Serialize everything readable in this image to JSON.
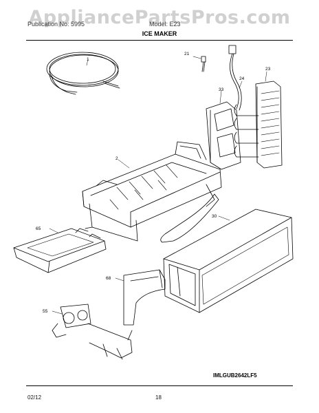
{
  "watermark": "AppliancePartsPros.com",
  "header": {
    "left_text": "Publication No: 5995",
    "mid_text": "Model: E23"
  },
  "section_title": "ICE MAKER",
  "diagram_code": "IMLGUB2642LF5",
  "footer": {
    "date": "02/12",
    "page_number": "18"
  },
  "callouts": [
    {
      "id": "tubing",
      "number": "1"
    },
    {
      "id": "thermostat",
      "number": "21"
    },
    {
      "id": "harness",
      "number": "24"
    },
    {
      "id": "evaporator",
      "number": "23"
    },
    {
      "id": "module-cover",
      "number": "33"
    },
    {
      "id": "icemaker",
      "number": "2"
    },
    {
      "id": "bucket",
      "number": "30"
    },
    {
      "id": "tray",
      "number": "65"
    },
    {
      "id": "chute",
      "number": "68"
    },
    {
      "id": "valve",
      "number": "55"
    }
  ]
}
